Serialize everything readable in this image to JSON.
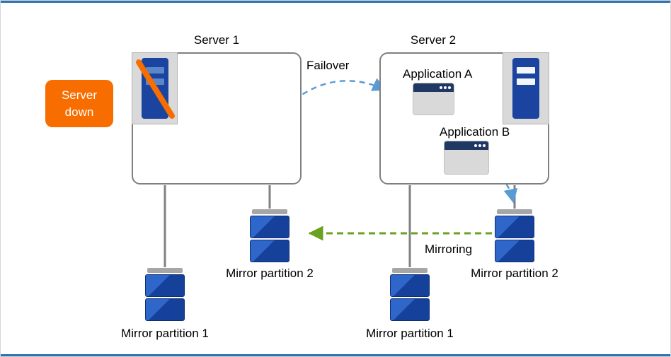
{
  "nodes": {
    "server1": {
      "label": "Server 1"
    },
    "server2": {
      "label": "Server 2"
    },
    "server_down_badge": {
      "label": "Server down"
    },
    "app_a": {
      "label": "Application A"
    },
    "app_b": {
      "label": "Application B"
    }
  },
  "arrows": {
    "failover": {
      "label": "Failover"
    },
    "mirroring": {
      "label": "Mirroring"
    }
  },
  "disks": {
    "left_mp2": {
      "label": "Mirror partition 2"
    },
    "left_mp1": {
      "label": "Mirror partition 1"
    },
    "right_mp1": {
      "label": "Mirror partition 1"
    },
    "right_mp2": {
      "label": "Mirror partition 2"
    }
  },
  "colors": {
    "edge_bar_blue": "#2e74b5",
    "box_border_gray": "#7f7f7f",
    "connector_gray": "#808080",
    "arrow_blue": "#5b9bd5",
    "arrow_green": "#6aa121",
    "disk_blue": "#16419b",
    "disk_blue_highlight": "#2f66c9",
    "server_navy": "#1a44a0",
    "down_orange": "#f86d00",
    "icon_panel_gray": "#d9d9d9",
    "app_titlebar_navy": "#1f3864"
  }
}
